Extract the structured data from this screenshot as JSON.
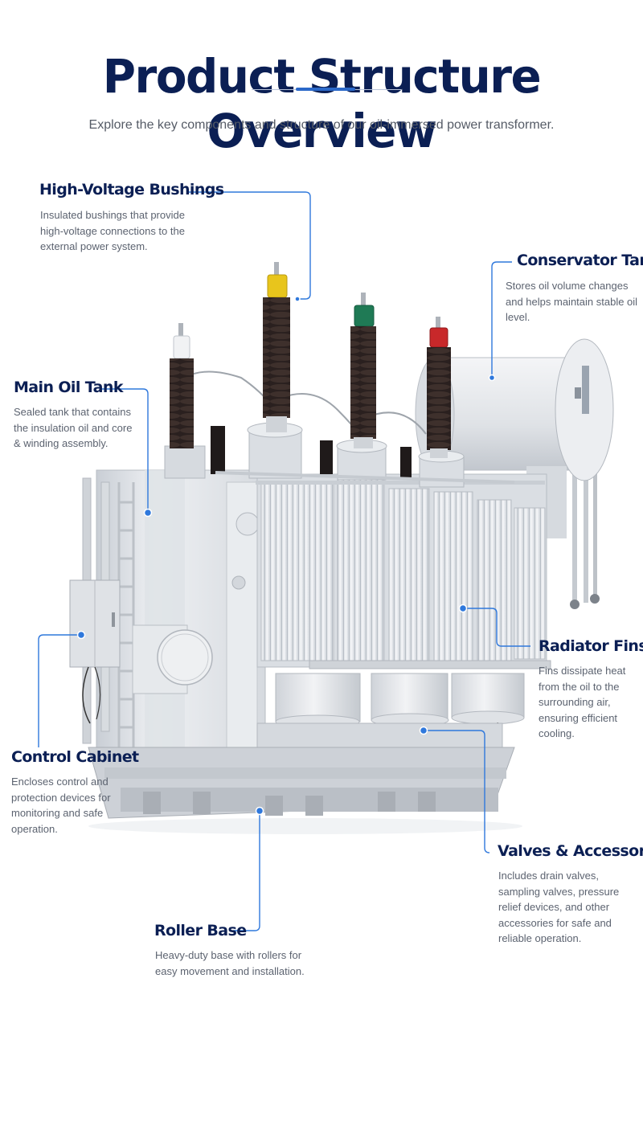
{
  "header": {
    "title": "Product Structure Overview",
    "subtitle": "Explore the key components and structure of our oil-immersed power transformer."
  },
  "callouts": {
    "bushings": {
      "title": "High-Voltage Bushings",
      "description": "Insulated bushings that provide high-voltage connections to the external power system."
    },
    "conservator": {
      "title": "Conservator Tank",
      "description": "Stores oil volume changes and helps maintain stable oil level."
    },
    "main_tank": {
      "title": "Main Oil Tank",
      "description": "Sealed tank that contains the insulation oil and core & winding assembly."
    },
    "radiator": {
      "title": "Radiator Fins",
      "description": "Fins dissipate heat from the oil to the surrounding air, ensuring efficient cooling."
    },
    "control_cabinet": {
      "title": "Control Cabinet",
      "description": "Encloses control and protection devices for monitoring and safe operation."
    },
    "valves": {
      "title": "Valves & Accessories",
      "description": "Includes drain valves, sampling valves, pressure relief devices, and other accessories for safe and reliable operation."
    },
    "base": {
      "title": "Roller Base",
      "description": "Heavy-duty base with rollers for easy movement and installation."
    }
  },
  "colors": {
    "title": "#0b1f54",
    "accent": "#2f78dc",
    "body_text": "#5c6370",
    "transformer_body": "#e4e7eb",
    "bushing_porcelain": "#2b2220",
    "bushing_cap_yellow": "#e8c51c",
    "bushing_cap_green": "#1f7a55",
    "bushing_cap_red": "#c8282a"
  }
}
